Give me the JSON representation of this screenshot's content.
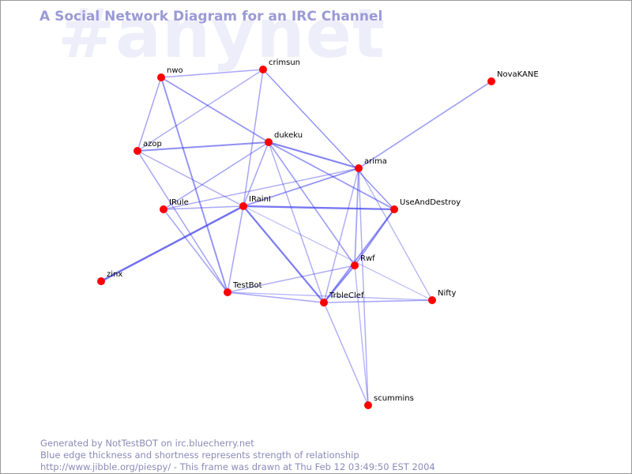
{
  "watermark": "#anynet",
  "title": "A Social Network Diagram for an IRC Channel",
  "colors": {
    "node": "#ff0000",
    "edge": "#3a3aee",
    "title": "#9a9ad6",
    "watermark": "#eeeefb",
    "footer": "#8a8ab8"
  },
  "nodes": [
    {
      "id": "nwo",
      "label": "nwo"
    },
    {
      "id": "crimsun",
      "label": "crimsun"
    },
    {
      "id": "NovaKANE",
      "label": "NovaKANE"
    },
    {
      "id": "azop",
      "label": "azop"
    },
    {
      "id": "dukeku",
      "label": "dukeku"
    },
    {
      "id": "arima",
      "label": "arima"
    },
    {
      "id": "IRule",
      "label": "IRule"
    },
    {
      "id": "IRainI",
      "label": "IRainI"
    },
    {
      "id": "UseAndDestroy",
      "label": "UseAndDestroy"
    },
    {
      "id": "Rwf",
      "label": "Rwf"
    },
    {
      "id": "zinx",
      "label": "zinx"
    },
    {
      "id": "TestBot",
      "label": "TestBot"
    },
    {
      "id": "TrbleClef",
      "label": "TrbleClef"
    },
    {
      "id": "Nifty",
      "label": "Nifty"
    },
    {
      "id": "scummins",
      "label": "scummins"
    }
  ],
  "edges": [
    {
      "source": "nwo",
      "target": "crimsun",
      "strength": 0.35
    },
    {
      "source": "nwo",
      "target": "azop",
      "strength": 0.35
    },
    {
      "source": "nwo",
      "target": "dukeku",
      "strength": 0.45
    },
    {
      "source": "nwo",
      "target": "TestBot",
      "strength": 0.5
    },
    {
      "source": "crimsun",
      "target": "azop",
      "strength": 0.3
    },
    {
      "source": "crimsun",
      "target": "IRainI",
      "strength": 0.35
    },
    {
      "source": "crimsun",
      "target": "UseAndDestroy",
      "strength": 0.25
    },
    {
      "source": "NovaKANE",
      "target": "arima",
      "strength": 0.4
    },
    {
      "source": "azop",
      "target": "dukeku",
      "strength": 0.55
    },
    {
      "source": "azop",
      "target": "TestBot",
      "strength": 0.35
    },
    {
      "source": "azop",
      "target": "IRainI",
      "strength": 0.3
    },
    {
      "source": "dukeku",
      "target": "arima",
      "strength": 0.6
    },
    {
      "source": "dukeku",
      "target": "UseAndDestroy",
      "strength": 0.45
    },
    {
      "source": "dukeku",
      "target": "IRule",
      "strength": 0.35
    },
    {
      "source": "dukeku",
      "target": "IRainI",
      "strength": 0.35
    },
    {
      "source": "dukeku",
      "target": "Rwf",
      "strength": 0.4
    },
    {
      "source": "dukeku",
      "target": "TrbleClef",
      "strength": 0.3
    },
    {
      "source": "arima",
      "target": "IRainI",
      "strength": 0.45
    },
    {
      "source": "arima",
      "target": "IRule",
      "strength": 0.3
    },
    {
      "source": "arima",
      "target": "Rwf",
      "strength": 0.4
    },
    {
      "source": "arima",
      "target": "TrbleClef",
      "strength": 0.3
    },
    {
      "source": "arima",
      "target": "Nifty",
      "strength": 0.25
    },
    {
      "source": "arima",
      "target": "scummins",
      "strength": 0.3
    },
    {
      "source": "IRule",
      "target": "IRainI",
      "strength": 0.35
    },
    {
      "source": "IRule",
      "target": "TestBot",
      "strength": 0.35
    },
    {
      "source": "IRainI",
      "target": "UseAndDestroy",
      "strength": 0.7
    },
    {
      "source": "IRainI",
      "target": "TrbleClef",
      "strength": 0.65
    },
    {
      "source": "IRainI",
      "target": "TestBot",
      "strength": 0.35
    },
    {
      "source": "IRainI",
      "target": "zinx",
      "strength": 0.75
    },
    {
      "source": "UseAndDestroy",
      "target": "Rwf",
      "strength": 0.45
    },
    {
      "source": "UseAndDestroy",
      "target": "TrbleClef",
      "strength": 0.5
    },
    {
      "source": "Rwf",
      "target": "TrbleClef",
      "strength": 0.55
    },
    {
      "source": "Rwf",
      "target": "TestBot",
      "strength": 0.3
    },
    {
      "source": "Rwf",
      "target": "scummins",
      "strength": 0.25
    },
    {
      "source": "TestBot",
      "target": "TrbleClef",
      "strength": 0.35
    },
    {
      "source": "TrbleClef",
      "target": "Nifty",
      "strength": 0.35
    },
    {
      "source": "TestBot",
      "target": "Nifty",
      "strength": 0.25
    },
    {
      "source": "TrbleClef",
      "target": "scummins",
      "strength": 0.3
    },
    {
      "source": "UseAndDestroy",
      "target": "crimsun",
      "strength": 0.2
    },
    {
      "source": "IRainI",
      "target": "Nifty",
      "strength": 0.2
    }
  ],
  "footer": {
    "line1": "Generated by NotTestBOT on irc.bluecherry.net",
    "line2": "Blue edge thickness and shortness represents strength of relationship",
    "line3": "http://www.jibble.org/piespy/ - This frame was drawn at Thu Feb 12 03:49:50 EST 2004"
  }
}
